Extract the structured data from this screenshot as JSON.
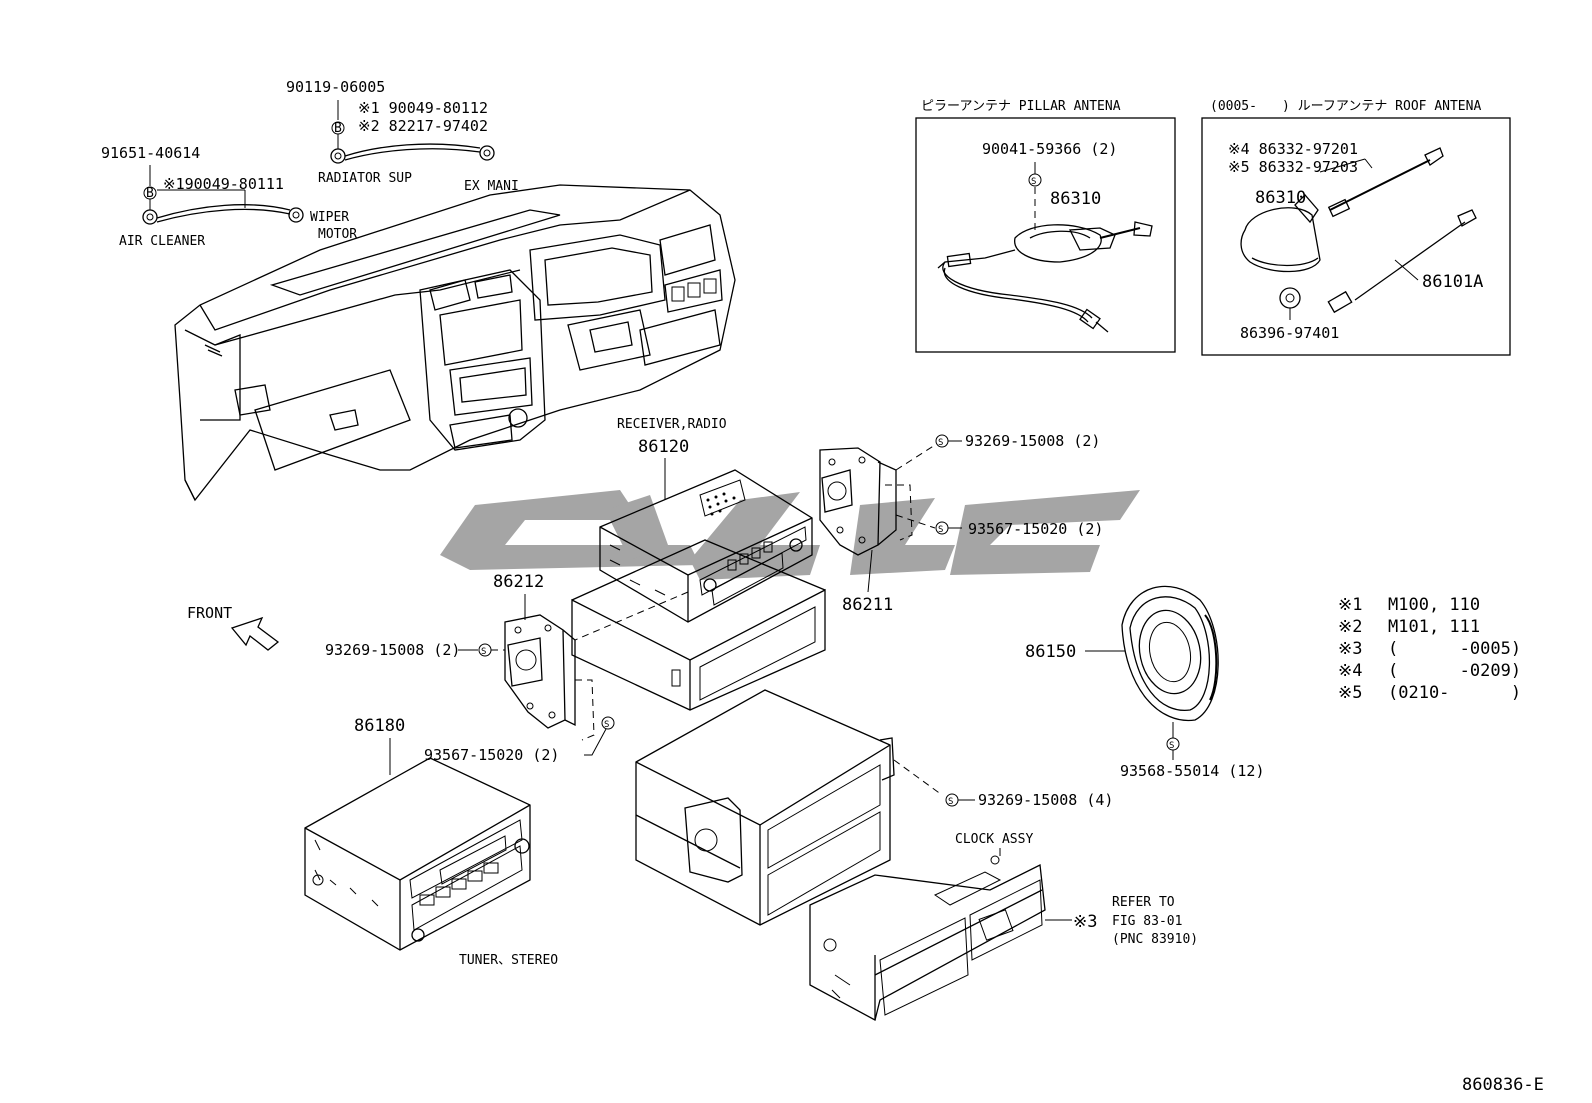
{
  "labels": {
    "p90119": "90119-06005",
    "n1_90049": "※1 90049-80112",
    "n2_82217": "※2 82217-97402",
    "radiator_sup": "RADIATOR SUP",
    "ex_mani": "EX MANI",
    "p91651": "91651-40614",
    "n1_190049": "※190049-80111",
    "wiper": "WIPER",
    "motor": "MOTOR",
    "air_cleaner": "AIR CLEANER",
    "pillar_title": "ピラーアンテナ PILLAR ANTENA",
    "p90041": "90041-59366 (2)",
    "p86310a": "86310",
    "roof_title_a": "(0005-",
    "roof_title_b": ") ルーフアンテナ ROOF ANTENA",
    "n4_86332": "※4 86332-97201",
    "n5_86332": "※5 86332-97203",
    "p86310b": "86310",
    "p86101a": "86101A",
    "p86396": "86396-97401",
    "receiver_radio": "RECEIVER,RADIO",
    "p86120": "86120",
    "p93269_top": "93269-15008 (2)",
    "p93567_right": "93567-15020 (2)",
    "p86211": "86211",
    "p86212": "86212",
    "front": "FRONT",
    "p93269_left": "93269-15008 (2)",
    "p93567_left": "93567-15020 (2)",
    "p86180": "86180",
    "tuner_stereo": "TUNER、STEREO",
    "p86150": "86150",
    "p93568": "93568-55014 (12)",
    "p93269_bottom": "93269-15008 (4)",
    "clock_assy": "CLOCK ASSY",
    "n3": "※3",
    "refer_to": "REFER TO",
    "fig": "FIG 83-01",
    "pnc": "(PNC 83910)",
    "diagram_id": "860836-E",
    "s_mark": "S",
    "b_mark": "B"
  },
  "notes": [
    {
      "key": "※1",
      "value": "M100, 110"
    },
    {
      "key": "※2",
      "value": "M101, 111"
    },
    {
      "key": "※3",
      "value": "(      -0005)"
    },
    {
      "key": "※4",
      "value": "(      -0209)"
    },
    {
      "key": "※5",
      "value": "(0210-      )"
    }
  ]
}
